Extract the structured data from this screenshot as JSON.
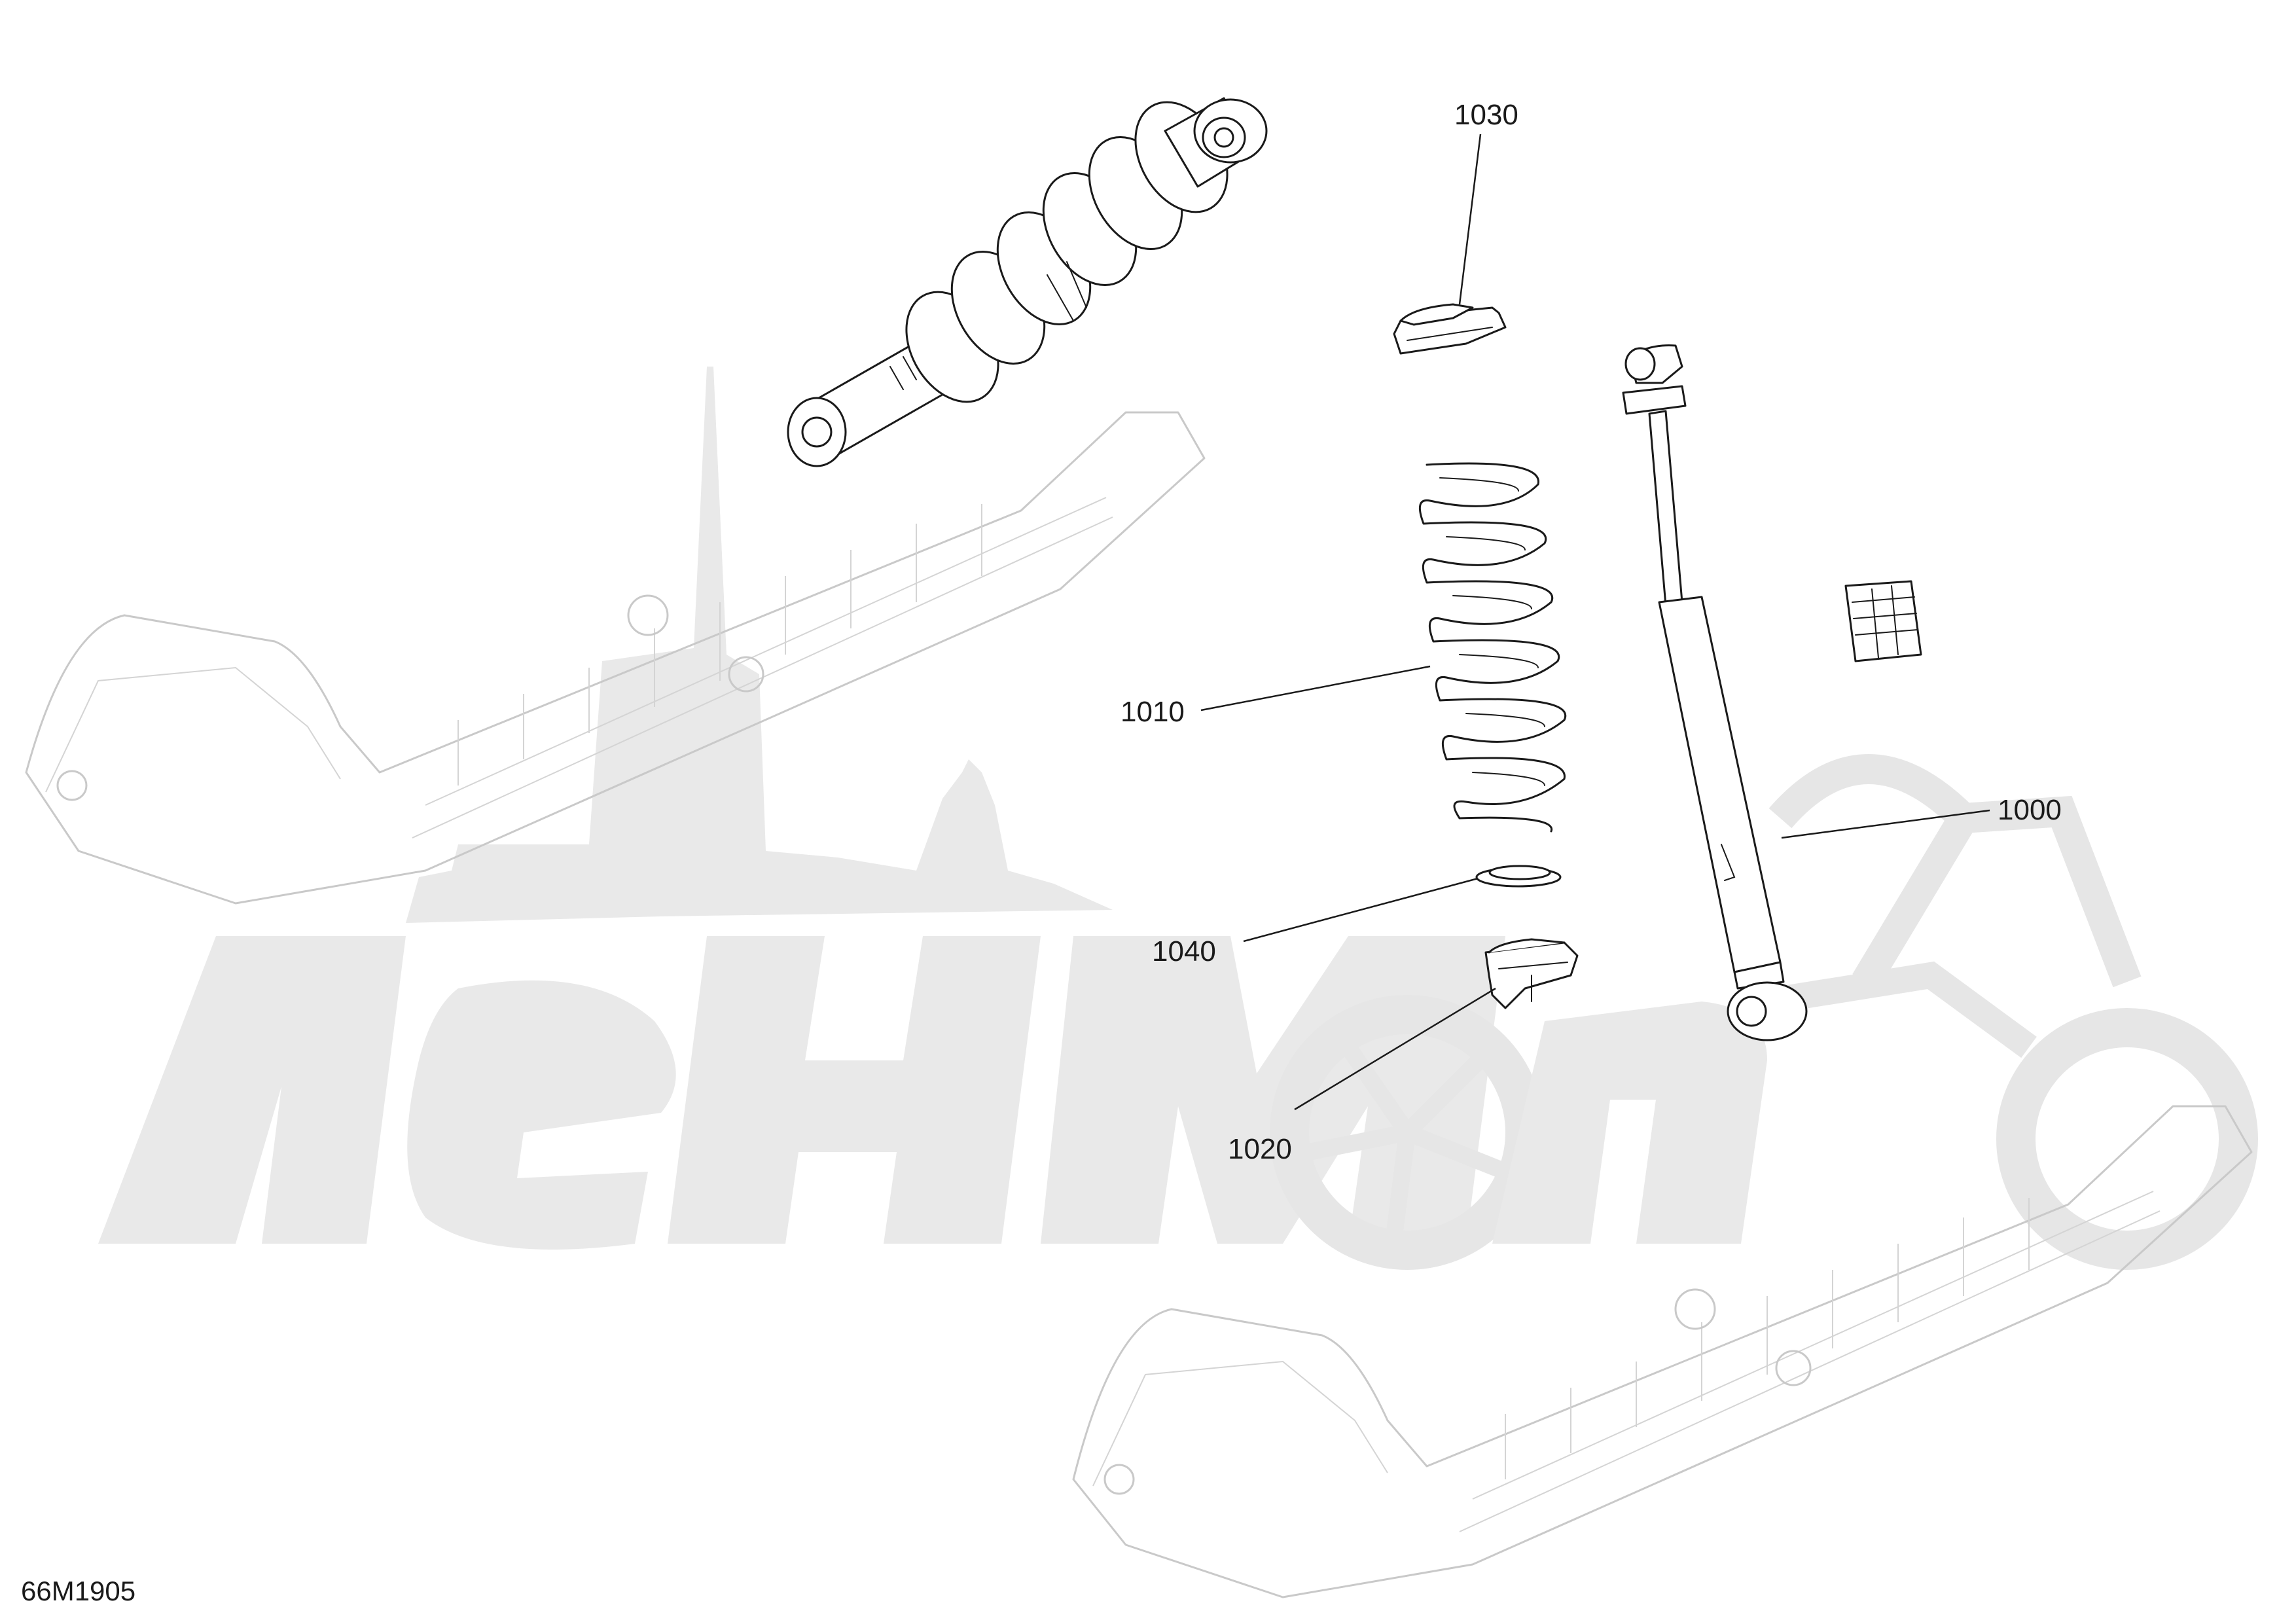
{
  "callouts": {
    "shock_absorber": "1000",
    "spring": "1010",
    "spring_stopper_lower": "1020",
    "spring_seat_upper": "1030",
    "spring_seat_lower": "1040"
  },
  "drawing_code": "66M1905",
  "colors": {
    "line": "#1a1a1a",
    "ghost_line": "#c9c9c9",
    "watermark": "#e9e9e9"
  }
}
